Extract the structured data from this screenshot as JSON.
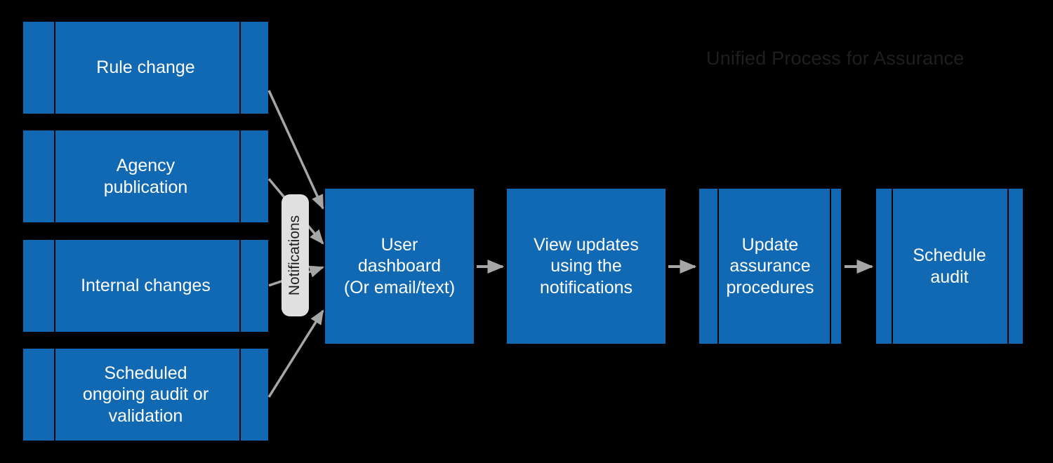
{
  "diagram": {
    "title": "Unified Process for Assurance",
    "background_color": "#000000",
    "node_color": "#1168b3",
    "node_text_color": "#ffffff",
    "arrow_color": "#a6a6a6",
    "pill_color": "#e0e0e0",
    "title_color": "#1f1f1f"
  },
  "sources": [
    {
      "label": "Rule change"
    },
    {
      "label": "Agency\npublication"
    },
    {
      "label": "Internal changes"
    },
    {
      "label": "Scheduled\nongoing audit or\nvalidation"
    }
  ],
  "connector": {
    "label": "Notifications"
  },
  "process": [
    {
      "label": "User\ndashboard\n(Or email/text)"
    },
    {
      "label": "View updates\nusing the\nnotifications"
    },
    {
      "label": "Update\nassurance\nprocedures"
    },
    {
      "label": "Schedule\naudit"
    }
  ]
}
